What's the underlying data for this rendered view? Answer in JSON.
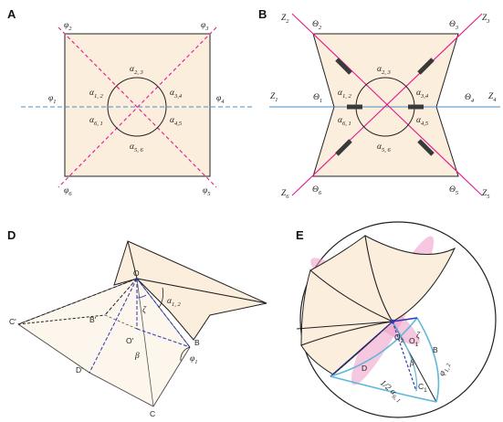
{
  "colors": {
    "fill": "#fbeedd",
    "fill_light": "#fdf6ec",
    "pink": "#e6178f",
    "blue": "#4a8fc8",
    "navy": "#2a35b8",
    "cyan": "#5fb7da",
    "bar": "#3a3a3a",
    "petal": "#ef9bc4"
  },
  "panels": {
    "A": {
      "label": "A",
      "phi": [
        "φ",
        "φ",
        "φ",
        "φ",
        "φ",
        "φ"
      ],
      "phi_sub": [
        "2",
        "3",
        "1",
        "4",
        "6",
        "5"
      ],
      "alpha": [
        "α",
        "α",
        "α",
        "α",
        "α",
        "α"
      ],
      "alpha_sub": [
        "2, 3",
        "1, 2",
        "3,4",
        "6, 1",
        "4,5",
        "5, 6"
      ]
    },
    "B": {
      "label": "B",
      "Z": [
        "Z",
        "Z",
        "Z",
        "Z",
        "Z",
        "Z"
      ],
      "Z_sub": [
        "2",
        "3",
        "1",
        "4",
        "6",
        "5"
      ],
      "theta": [
        "Θ",
        "Θ",
        "Θ",
        "Θ",
        "Θ",
        "Θ"
      ],
      "theta_sub": [
        "2",
        "3",
        "1",
        "4",
        "6",
        "5"
      ],
      "alpha": [
        "α",
        "α",
        "α",
        "α",
        "α",
        "α"
      ],
      "alpha_sub": [
        "2, 3",
        "1, 2",
        "3,4",
        "6, 1",
        "4,5",
        "5, 6"
      ]
    },
    "D": {
      "label": "D",
      "points": [
        "O",
        "B'",
        "C'",
        "O'",
        "D'",
        "B",
        "C"
      ],
      "zeta": "ζ",
      "beta": "β",
      "alpha": "α",
      "alpha_sub": "1, 2",
      "phi": "φ",
      "phi_sub": "1"
    },
    "E": {
      "label": "E",
      "points": [
        "O",
        "2",
        "O",
        "1",
        "B",
        "D",
        "C",
        "1"
      ],
      "zeta": "ζ",
      "beta": "β",
      "phi_label": "φ",
      "phi_sub": "1, 2",
      "half_label": "1/2 α",
      "half_sub": "6, 1"
    }
  }
}
